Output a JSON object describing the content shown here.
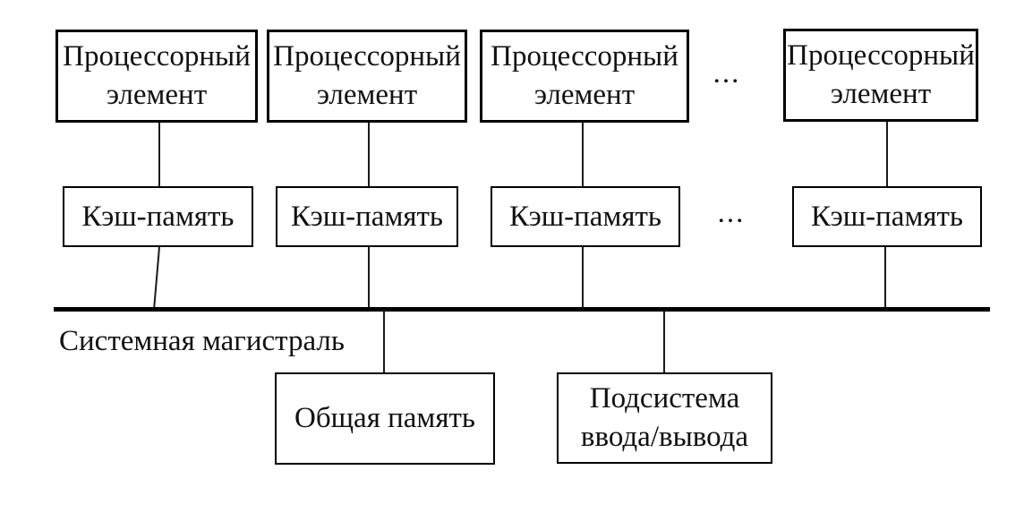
{
  "diagram": {
    "processor_elements": [
      "Процессорный элемент",
      "Процессорный элемент",
      "Процессорный элемент",
      "Процессорный элемент"
    ],
    "cache_labels": [
      "Кэш-память",
      "Кэш-память",
      "Кэш-память",
      "Кэш-память"
    ],
    "ellipsis_processors": "...",
    "ellipsis_caches": "...",
    "bus_label": "Системная магистраль",
    "shared_memory_label": "Общая память",
    "io_subsystem_label": "Подсистема ввода/вывода",
    "line_color": "#1a1a1a"
  }
}
